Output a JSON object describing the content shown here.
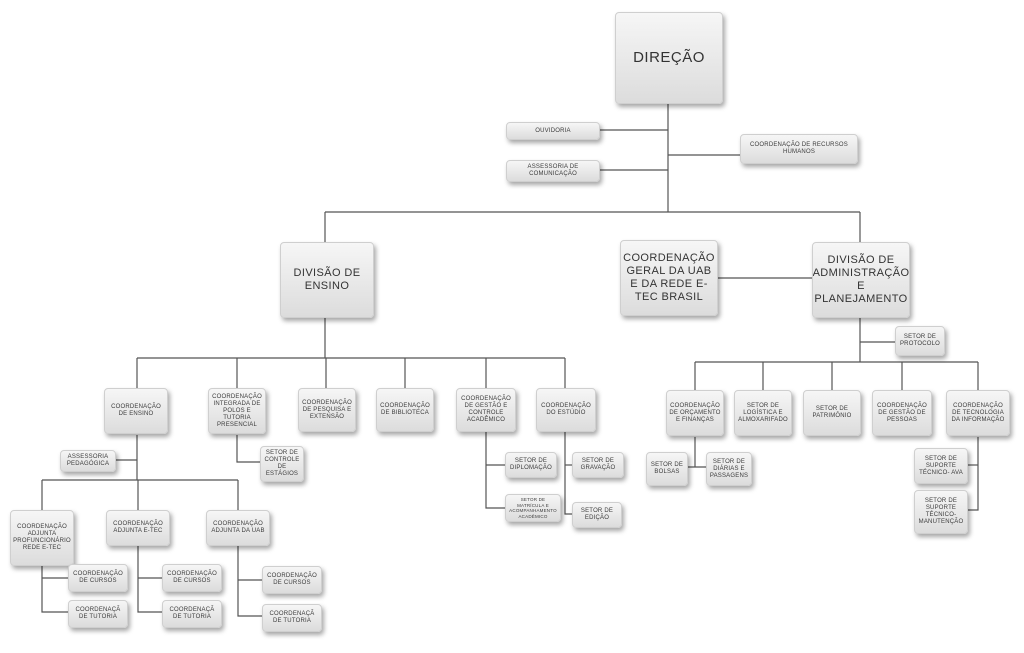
{
  "nodes": {
    "direcao": "DIREÇÃO",
    "ouvidoria": "OUVIDORIA",
    "assessoria_comunicacao": "ASSESSORIA DE COMUNICAÇÃO",
    "recursos_humanos": "COORDENAÇÃO DE RECURSOS HUMANOS",
    "divisao_ensino": "DIVISÃO DE ENSINO",
    "coord_uab": "COORDENAÇÃO GERAL DA UAB E DA REDE E-TEC BRASIL",
    "divisao_admin": "DIVISÃO DE ADMINISTRAÇÃO E PLANEJAMENTO",
    "setor_protocolo": "SETOR DE PROTOCOLO",
    "coord_ensino": "COORDENAÇÃO DE ENSINO",
    "coord_polos": "COORDENAÇÃO INTEGRADA DE POLOS E TUTORIA PRESENCIAL",
    "coord_pesquisa": "COORDENAÇÃO DE PESQUISA E EXTENSÃO",
    "coord_biblioteca": "COORDENAÇÃO DE BIBLIOTECA",
    "coord_gestao_academico": "COORDENAÇÃO DE GESTÃO E CONTROLE ACADÊMICO",
    "coord_estudio": "COORDENAÇÃO DO ESTÚDIO",
    "assessoria_pedagogica": "ASSESSORIA PEDAGÓGICA",
    "setor_controle_estagios": "SETOR DE CONTROLE DE ESTÁGIOS",
    "setor_diplomacao": "SETOR DE DIPLOMAÇÃO",
    "setor_matricula": "SETOR DE MATRÍCULA E ACOMPANHAMENTO ACADÊMICO",
    "setor_gravacao": "SETOR DE GRAVAÇÃO",
    "setor_edicao": "SETOR DE EDIÇÃO",
    "coord_adj_profuncionario": "COORDENAÇÃO ADJUNTA PROFUNCIONÁRIO REDE E-TEC",
    "coord_adj_etec": "COORDENAÇÃO ADJUNTA E-TEC",
    "coord_adj_uab": "COORDENAÇÃO ADJUNTA DA UAB",
    "coord_cursos_1": "COORDENAÇÃO DE CURSOS",
    "coord_tutoria_1": "COORDENAÇÃ DE TUTORIA",
    "coord_cursos_2": "COORDENAÇÃO DE CURSOS",
    "coord_tutoria_2": "COORDENAÇÃ DE TUTORIA",
    "coord_cursos_3": "COORDENAÇÃO DE CURSOS",
    "coord_tutoria_3": "COORDENAÇÃ DE TUTORIA",
    "coord_orcamento": "COORDENAÇÃO DE ORÇAMENTO E FINANÇAS",
    "setor_logistica": "SETOR DE LOGÍSTICA E ALMOXARIFADO",
    "setor_patrimonio": "SETOR DE PATRIMÔNIO",
    "coord_gestao_pessoas": "COORDENAÇÃO DE GESTÃO DE PESSOAS",
    "coord_tecnologia": "COORDENAÇÃO DE TECNOLOGIA DA INFORMAÇÃO",
    "setor_bolsas": "SETOR DE BOLSAS",
    "setor_diarias": "SETOR DE DIÁRIAS E PASSAGENS",
    "setor_suporte_ava": "SETOR DE SUPORTE TÉCNICO- AVA",
    "setor_suporte_manutencao": "SETOR DE SUPORTE TÉCNICO- MANUTENÇÃO"
  }
}
